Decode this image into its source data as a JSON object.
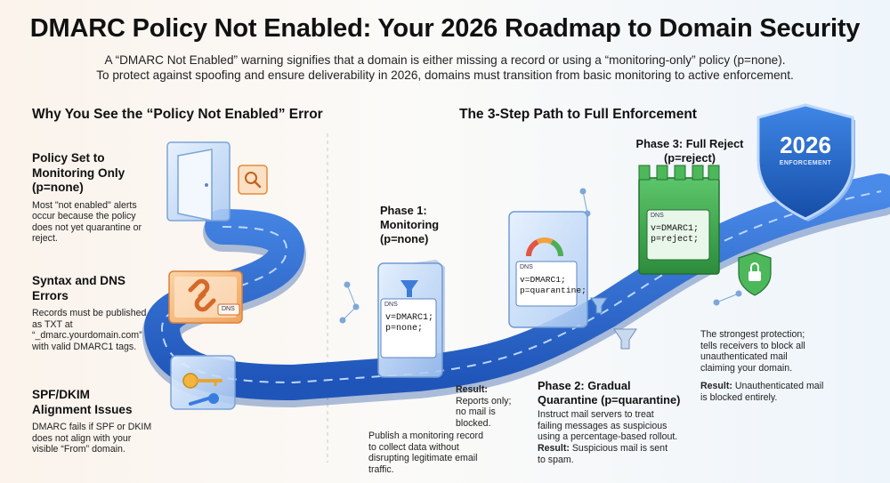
{
  "header": {
    "title": "DMARC Policy Not Enabled: Your 2026 Roadmap to Domain Security",
    "subtitle_line1": "A “DMARC Not Enabled” warning signifies that a domain is either missing a record or using a “monitoring-only” policy (p=none).",
    "subtitle_line2": "To protect against spoofing and ensure deliverability in 2026, domains must transition from basic monitoring to active enforcement."
  },
  "left": {
    "heading": "Why You See the “Policy Not Enabled” Error",
    "issues": [
      {
        "title_lines": [
          "Policy Set to",
          "Monitoring Only",
          "(p=none)"
        ],
        "desc_lines": [
          "Most \"not enabled\" alerts",
          "occur because the policy",
          "does not yet quarantine or",
          "reject."
        ]
      },
      {
        "title_lines": [
          "Syntax and DNS",
          "Errors"
        ],
        "desc_lines": [
          "Records must be published",
          "as TXT at",
          "“_dmarc.yourdomain.com”",
          "with valid DMARC1 tags."
        ]
      },
      {
        "title_lines": [
          "SPF/DKIM",
          "Alignment Issues"
        ],
        "desc_lines": [
          "DMARC fails if SPF or DKIM",
          "does not align with your",
          "visible “From” domain."
        ]
      }
    ],
    "dns_tag": "DNS"
  },
  "right": {
    "heading": "The 3-Step Path to Full Enforcement",
    "phase1": {
      "title_lines": [
        "Phase 1:",
        "Monitoring",
        "(p=none)"
      ],
      "code_label": "DNS",
      "code": "v=DMARC1;\np=none;",
      "result_label": "Result:",
      "result_lines": [
        "Reports only;",
        "no mail is",
        "blocked."
      ],
      "desc_lines": [
        "Publish a monitoring record",
        "to collect data without",
        "disrupting legitimate email",
        "traffic."
      ]
    },
    "phase2": {
      "title_lines": [
        "Phase 2: Gradual",
        "Quarantine (p=quarantine)"
      ],
      "code_label": "DNS",
      "code": "v=DMARC1;\np=quarantine;",
      "desc_lines": [
        "Instruct mail servers to treat",
        "failing messages as suspicious",
        "using a percentage-based rollout."
      ],
      "result_label": "Result:",
      "result_lines": [
        "Suspicious mail is sent",
        "to spam."
      ]
    },
    "phase3": {
      "title_lines": [
        "Phase 3: Full Reject",
        "(p=reject)"
      ],
      "code_label": "DNS",
      "code": "v=DMARC1;\np=reject;",
      "desc_lines": [
        "The strongest protection;",
        "tells receivers to block all",
        "unauthenticated mail",
        "claiming your domain."
      ],
      "result_label": "Result:",
      "result_lines": [
        "Unauthenticated mail",
        "is blocked entirely."
      ]
    },
    "shield": {
      "year": "2026",
      "label": "ENFORCEMENT"
    }
  },
  "colors": {
    "road": "#2f6fd8",
    "road_dark": "#1f4fb0",
    "phase3_green": "#3aa34a",
    "shield_blue": "#1e5fc2",
    "accent_orange": "#e48a3a"
  }
}
